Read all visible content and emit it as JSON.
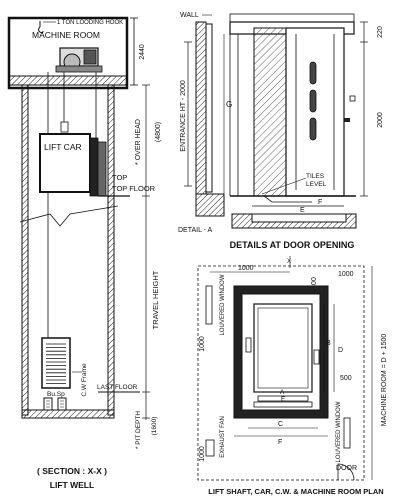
{
  "section": {
    "hook_label": "1 TON LOODING HOOK",
    "machine_room_label": "MACHINE ROOM",
    "machine_room_height": "2440",
    "lift_car_label": "LIFT CAR",
    "top_floor_label": "TOP FLOOR",
    "over_head_label": "* OVER HEAD",
    "over_head_value": "(4800)",
    "travel_height_label": "TRAVEL HEIGHT",
    "cw_frame_label": "C.W Frame",
    "last_floor_label": "LAST FLOOR",
    "pit_depth_label": "* PIT DEPTH",
    "pit_depth_value": "(1600)",
    "buffer_label": "Bu.Sp",
    "caption_line1": "( SECTION : X-X )",
    "caption_line2": "LIFT WELL"
  },
  "door_detail": {
    "wall_label": "WALL",
    "entrance_label": "ENTRANCE  HT - 2000",
    "dim_220": "220",
    "dim_2000": "2000",
    "g_label": "G",
    "tiles_label": "TILES",
    "level_label": "LEVEL",
    "f_label": "F",
    "e_label": "E",
    "detail_label": "DETAIL - A",
    "caption": "DETAILS AT DOOR OPENING"
  },
  "plan": {
    "x_label": "X",
    "dim_1000_top": "1000",
    "dim_300": "300",
    "dim_1000_right": "1000",
    "louvered_window_top": "LOUVERED WINDOW",
    "d_label": "D",
    "dim_500": "500",
    "b_label": "B",
    "a_label": "A",
    "e_label": "E",
    "c_label": "C",
    "f_label": "F",
    "exhaust_fan_label": "EXHAUST FAN",
    "louvered_window_bottom": "LOUVERED WINDOW",
    "dim_1000_left": "1000",
    "dim_1000_bottom": "1000",
    "door_label": "DOOR",
    "machine_room_dim": "MACHINE ROOM = D + 1500",
    "caption": "LIFT SHAFT, CAR, C.W. & MACHINE ROOM PLAN"
  }
}
